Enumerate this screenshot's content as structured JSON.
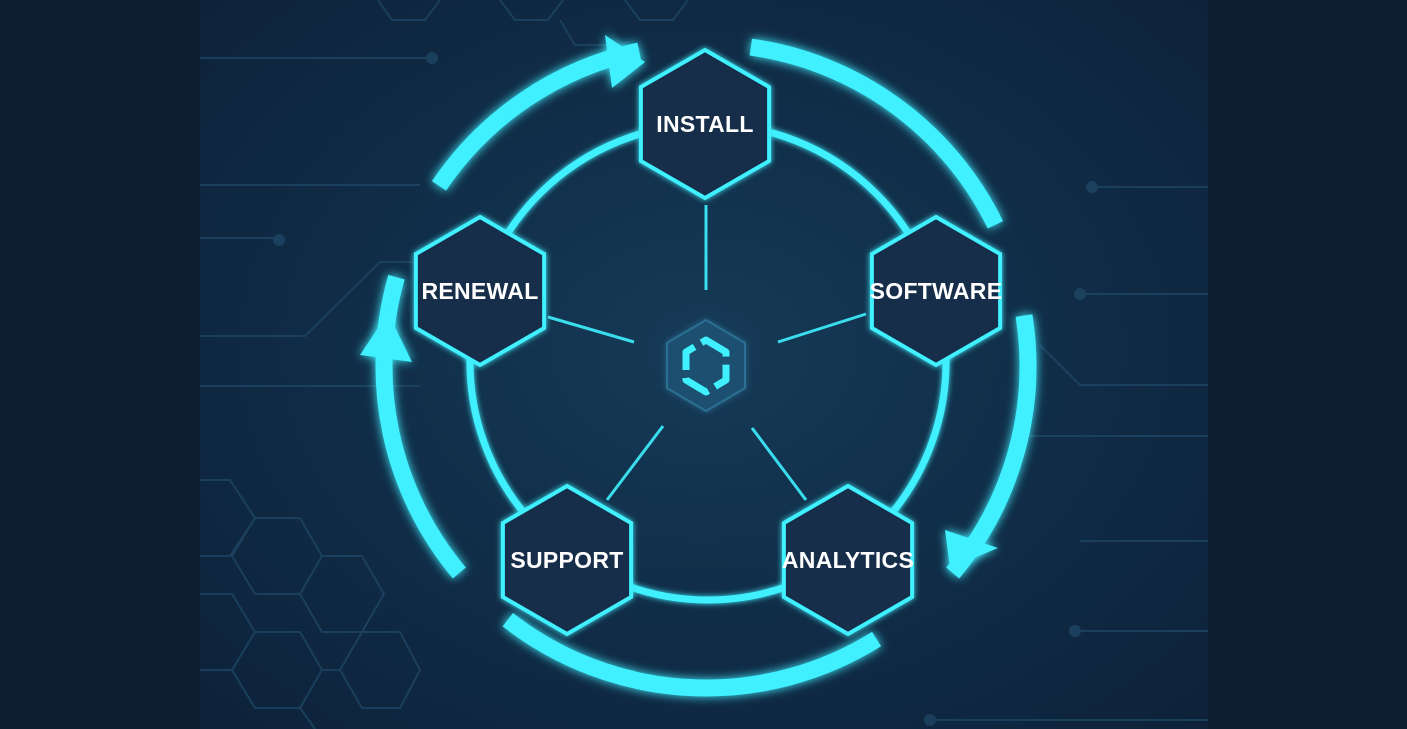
{
  "diagram": {
    "type": "cycle",
    "nodes": [
      {
        "id": "install",
        "label": "INSTALL"
      },
      {
        "id": "software",
        "label": "SOFTWARE"
      },
      {
        "id": "analytics",
        "label": "ANALYTICS"
      },
      {
        "id": "support",
        "label": "SUPPORT"
      },
      {
        "id": "renewal",
        "label": "RENEWAL"
      }
    ],
    "flow_direction": "clockwise",
    "center_icon": "cube-loop-icon"
  },
  "colors": {
    "background": "#0c1e30",
    "panel": "#11304b",
    "accent": "#3ff0ff",
    "node_fill": "#132f4a",
    "text": "#ffffff"
  }
}
